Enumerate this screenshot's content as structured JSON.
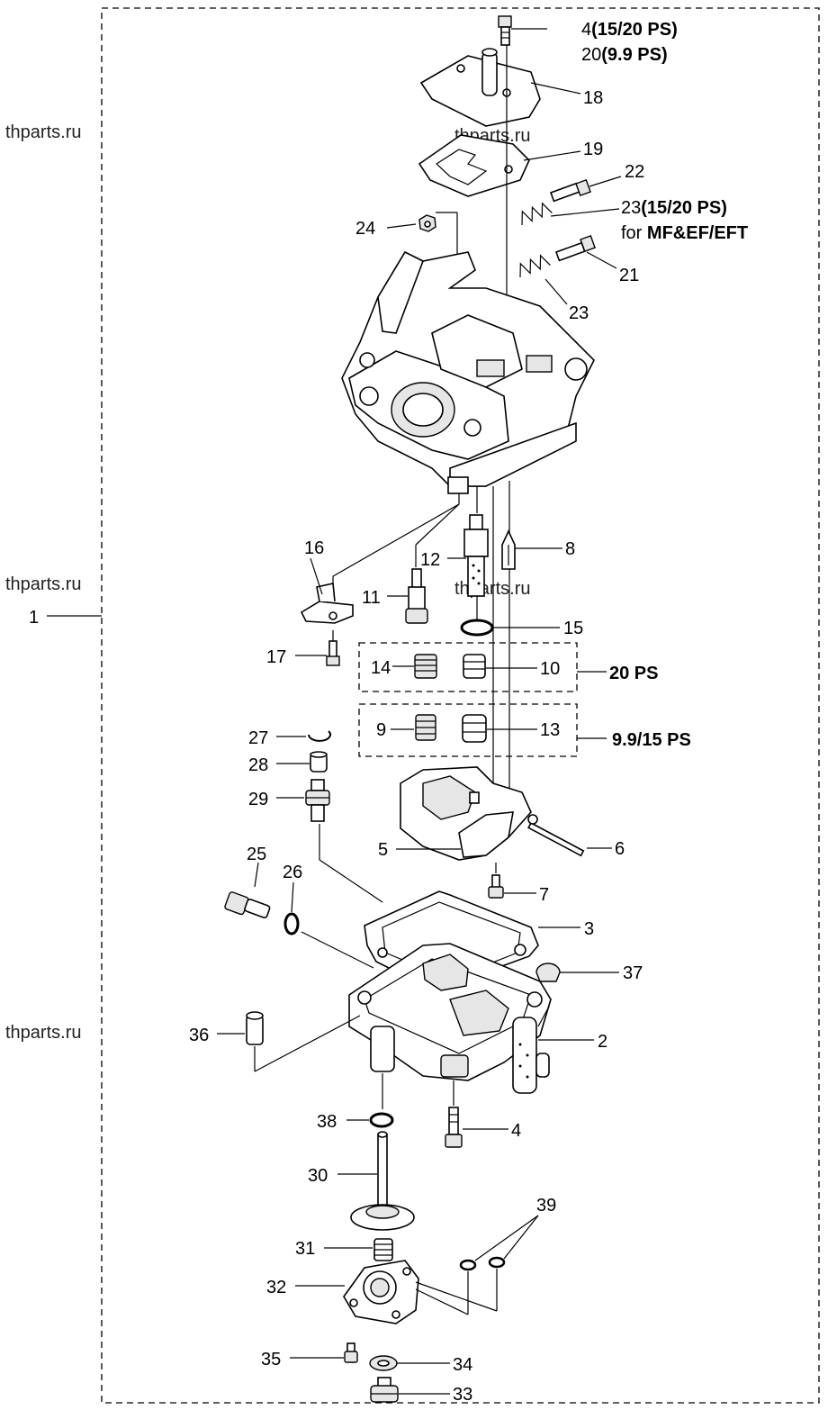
{
  "watermark": "thparts.ru",
  "labels": {
    "p1": "1",
    "p2": "2",
    "p3": "3",
    "p4_top": "4",
    "p4_top_note": "(15/20 PS)",
    "p20_top": "20",
    "p20_top_note": "(9.9 PS)",
    "p4": "4",
    "p5": "5",
    "p6": "6",
    "p7": "7",
    "p8": "8",
    "p9": "9",
    "p10": "10",
    "p11": "11",
    "p12": "12",
    "p13": "13",
    "p14": "14",
    "p15": "15",
    "p16": "16",
    "p17": "17",
    "p18": "18",
    "p19": "19",
    "p21": "21",
    "p22": "22",
    "p23": "23",
    "p23_top": "23",
    "p23_top_note": "(15/20 PS)",
    "p23_for": "for ",
    "p23_for_models": "MF&EF/EFT",
    "p24": "24",
    "p25": "25",
    "p26": "26",
    "p27": "27",
    "p28": "28",
    "p29": "29",
    "p30": "30",
    "p31": "31",
    "p32": "32",
    "p33": "33",
    "p34": "34",
    "p35": "35",
    "p36": "36",
    "p37": "37",
    "p38": "38",
    "p39": "39"
  },
  "groups": {
    "group_20ps": "20 PS",
    "group_99_15ps": "9.9/15 PS"
  }
}
